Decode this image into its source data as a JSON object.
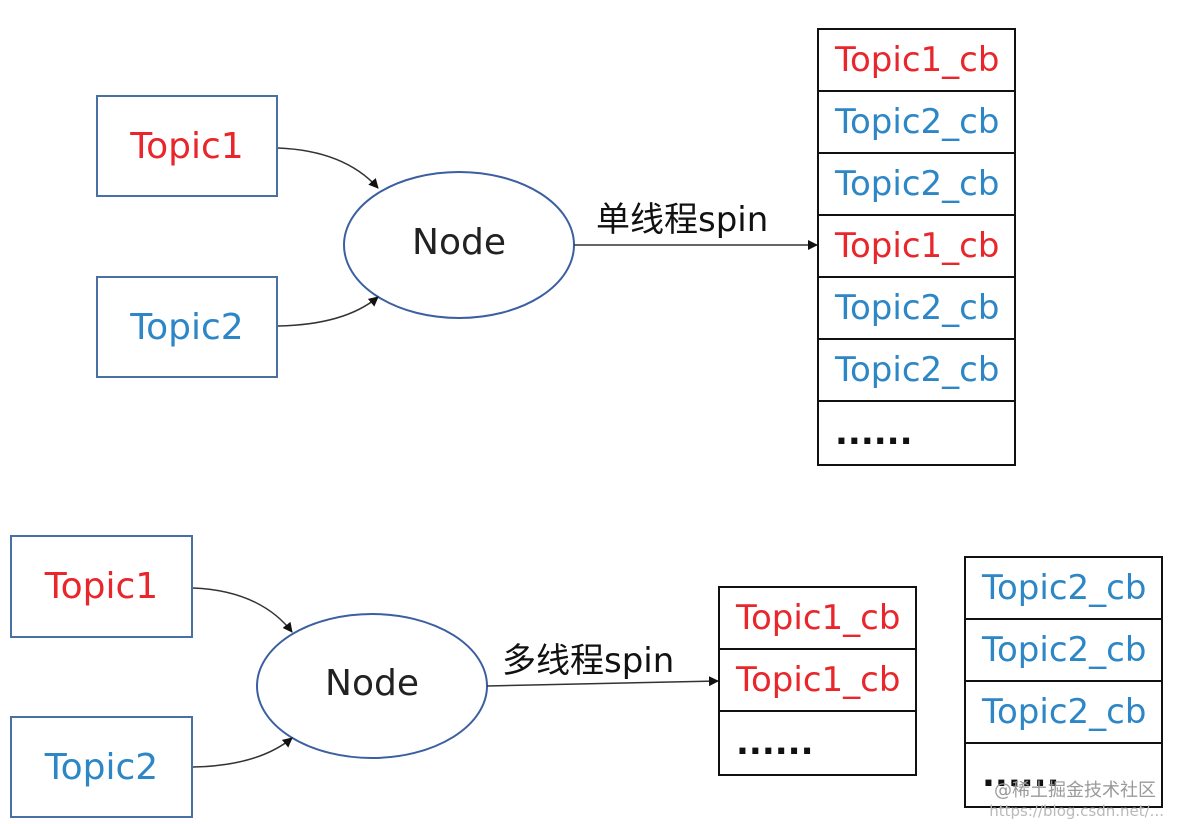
{
  "top": {
    "topic1": "Topic1",
    "topic2": "Topic2",
    "node": "Node",
    "spin_label": "单线程spin",
    "queue": [
      {
        "text": "Topic1_cb",
        "color": "#e8262b"
      },
      {
        "text": "Topic2_cb",
        "color": "#2d86c6"
      },
      {
        "text": "Topic2_cb",
        "color": "#2d86c6"
      },
      {
        "text": "Topic1_cb",
        "color": "#e8262b"
      },
      {
        "text": "Topic2_cb",
        "color": "#2d86c6"
      },
      {
        "text": "Topic2_cb",
        "color": "#2d86c6"
      },
      {
        "text": "......",
        "color": "#111111"
      }
    ]
  },
  "bottom": {
    "topic1": "Topic1",
    "topic2": "Topic2",
    "node": "Node",
    "spin_label": "多线程spin",
    "queue_a": [
      {
        "text": "Topic1_cb",
        "color": "#e8262b"
      },
      {
        "text": "Topic1_cb",
        "color": "#e8262b"
      },
      {
        "text": "......",
        "color": "#111111"
      }
    ],
    "queue_b": [
      {
        "text": "Topic2_cb",
        "color": "#2d86c6"
      },
      {
        "text": "Topic2_cb",
        "color": "#2d86c6"
      },
      {
        "text": "Topic2_cb",
        "color": "#2d86c6"
      },
      {
        "text": "......",
        "color": "#111111"
      }
    ]
  },
  "watermark": {
    "brand": "@稀土掘金技术社区",
    "url": "https://blog.csdn.net/..."
  },
  "colors": {
    "topic1": "#e8262b",
    "topic2": "#2d86c6",
    "box_border": "#4a6fa5",
    "queue_border": "#111111"
  }
}
